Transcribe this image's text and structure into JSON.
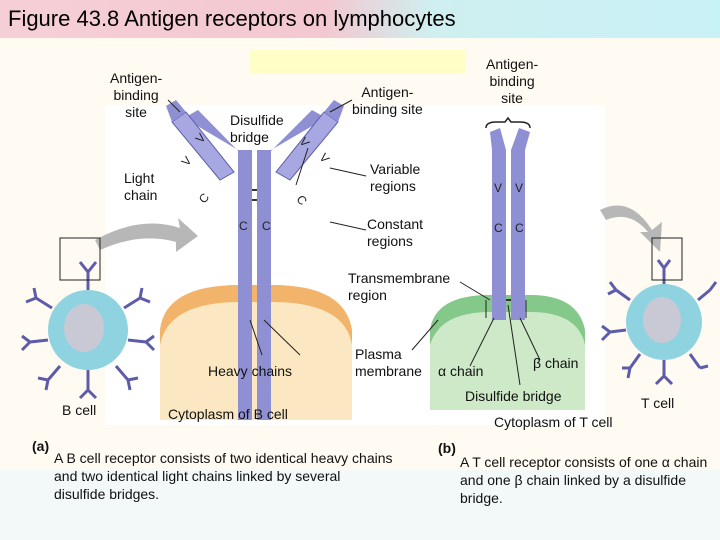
{
  "title": "Figure 43.8 Antigen receptors on lymphocytes",
  "b_panel": {
    "antigen_binding_site_left": "Antigen-\nbinding\nsite",
    "antigen_binding_site_right": "Antigen-\nbinding site",
    "disulfide_bridge": "Disulfide\nbridge",
    "light_chain": "Light\nchain",
    "variable_regions": "Variable\nregions",
    "constant_regions": "Constant\nregions",
    "transmembrane_region": "Transmembrane\nregion",
    "plasma_membrane": "Plasma\nmembrane",
    "heavy_chains": "Heavy chains",
    "cytoplasm": "Cytoplasm of B cell",
    "cell_label": "B cell",
    "panel_tag": "(a)",
    "caption": "A B cell receptor consists of two identical heavy chains and two identical light chains linked by several disulfide bridges.",
    "v_letter": "V",
    "c_letter": "C"
  },
  "t_panel": {
    "antigen_binding_site": "Antigen-\nbinding\nsite",
    "alpha_chain": "α chain",
    "beta_chain": "β chain",
    "disulfide_bridge": "Disulfide bridge",
    "cytoplasm": "Cytoplasm of T cell",
    "cell_label": "T cell",
    "panel_tag": "(b)",
    "caption": "A T cell receptor consists of one α chain and one β chain linked by a disulfide bridge.",
    "v_letter": "V",
    "c_letter": "C"
  },
  "colors": {
    "chain": "#8f8fd4",
    "chain_dark": "#5c5cab",
    "b_membrane": "#f2b36a",
    "b_cytoplasm": "#fbe8c2",
    "t_membrane": "#84c98a",
    "t_cytoplasm": "#cde9c8",
    "cell": "#8fd3e0"
  },
  "icons": [
    "left-arrow-icon",
    "right-arrow-icon",
    "b-cell-icon",
    "t-cell-icon"
  ]
}
